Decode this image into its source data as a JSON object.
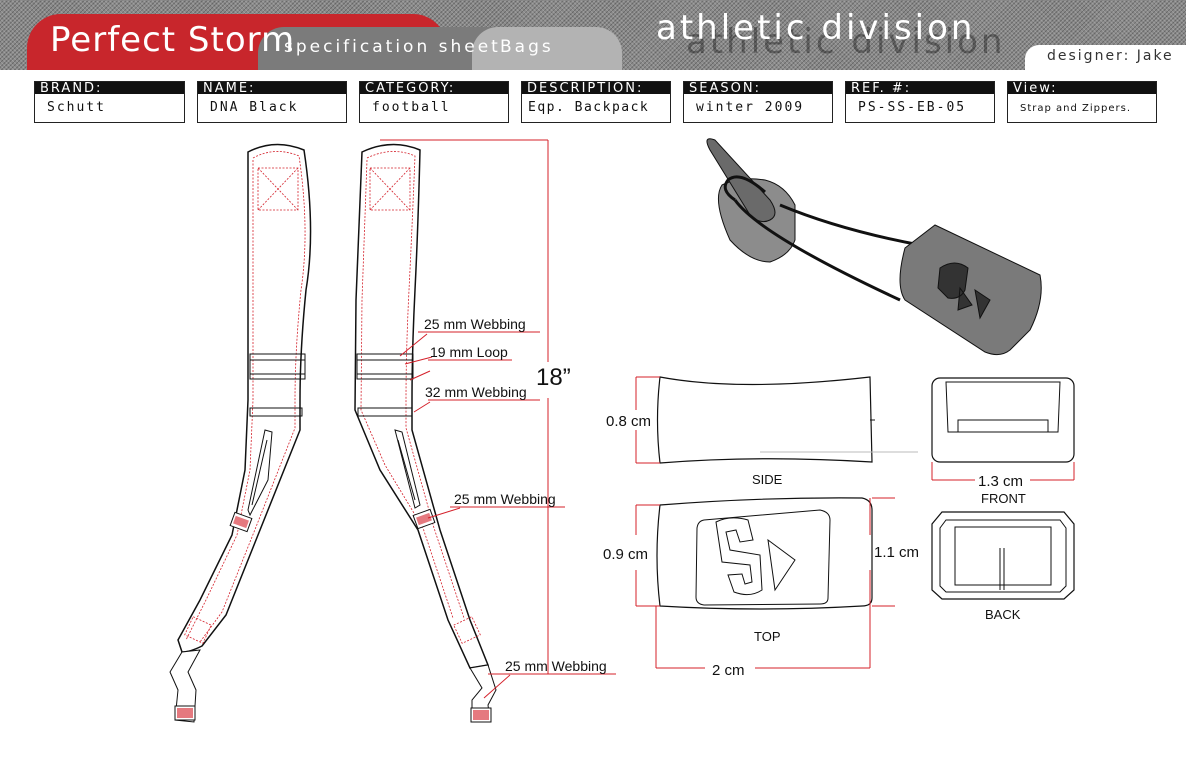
{
  "header": {
    "title": "Perfect Storm",
    "spec_tab": "specification sheet",
    "bags_tab": "Bags",
    "division": "athletic division",
    "designer": "designer: Jake"
  },
  "fields": [
    {
      "label": "BRAND:",
      "value": "Schutt"
    },
    {
      "label": "NAME:",
      "value": "DNA Black"
    },
    {
      "label": "CATEGORY:",
      "value": "football"
    },
    {
      "label": "DESCRIPTION:",
      "value": "Eqp. Backpack"
    },
    {
      "label": "SEASON:",
      "value": "winter 2009"
    },
    {
      "label": "REF. #:",
      "value": "PS-SS-EB-05"
    },
    {
      "label": "View:",
      "value": "Strap and Zippers."
    }
  ],
  "strap_annotations": {
    "webbing_top": "25 mm Webbing",
    "loop": "19 mm Loop",
    "webbing_mid": "32 mm Webbing",
    "length": "18”",
    "webbing_low": "25 mm Webbing",
    "webbing_end": "25 mm Webbing"
  },
  "zipper_annotations": {
    "side_height": "0.8 cm",
    "side_label": "SIDE",
    "front_width": "1.3 cm",
    "front_label": "FRONT",
    "top_height_left": "0.9 cm",
    "top_height_right": "1.1 cm",
    "top_label": "TOP",
    "top_width": "2 cm",
    "back_label": "BACK"
  },
  "colors": {
    "brand_red": "#c8262c",
    "stitch_red": "#d4202a",
    "pull_gray": "#7a7a7a"
  }
}
